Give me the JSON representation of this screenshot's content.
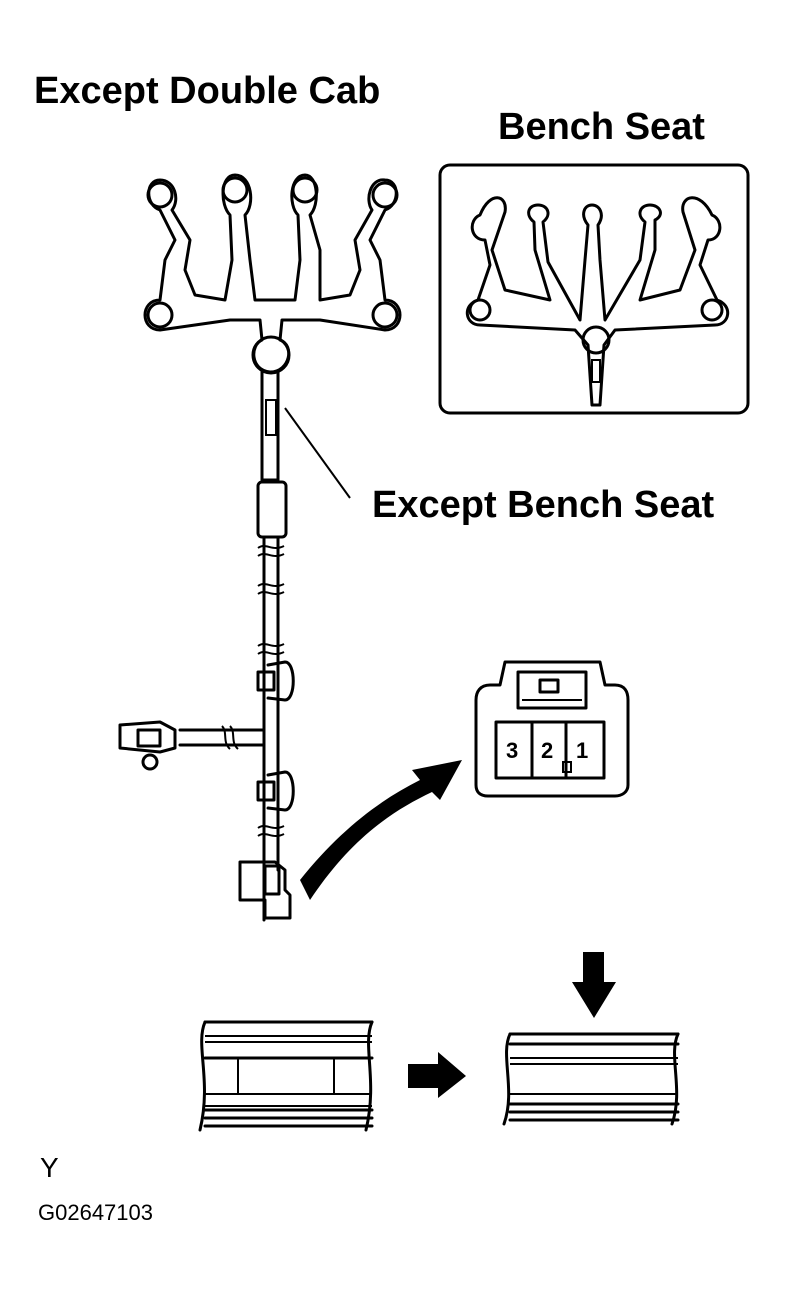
{
  "labels": {
    "title_main": "Except Double Cab",
    "title_bench": "Bench Seat",
    "label_except_bench": "Except Bench Seat",
    "letter": "Y",
    "figure_code": "G02647103"
  },
  "connector": {
    "pins": [
      "3",
      "2",
      "1"
    ]
  }
}
